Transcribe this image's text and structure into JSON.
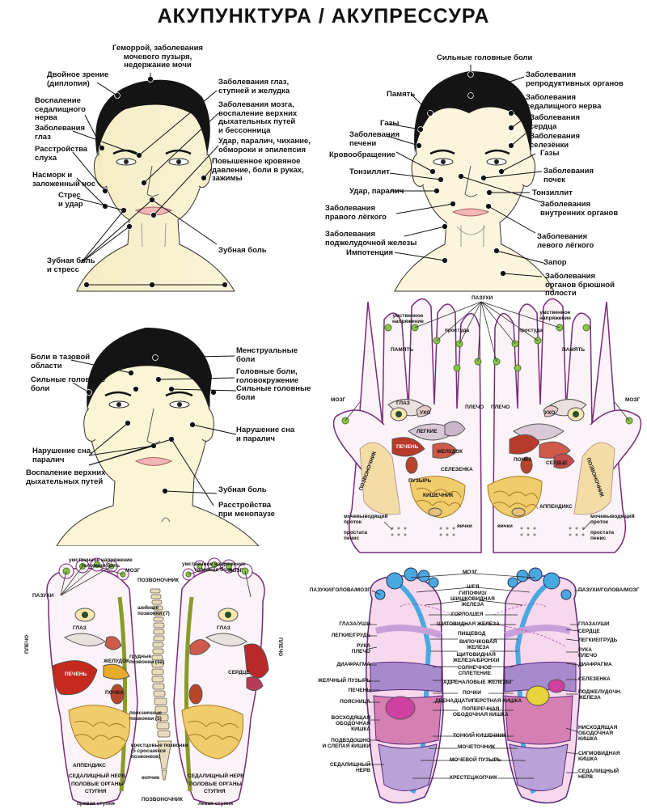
{
  "title": "АКУПУНКТУРА / АКУПРЕССУРА",
  "face1": {
    "hemorrhoid": "Геморрой, заболевания\nмочевого пузыря,\nнедержание мочи",
    "diplopia": "Двойное зрение\n(диплопия)",
    "sciatic": "Воспаление\nседалищного\nнерва",
    "eye_disease": "Заболевания\nглаз",
    "hearing": "Расстройства\nслуха",
    "rhinitis": "Насморк и\nзаложенный нос",
    "stress": "Стрес\nи удар",
    "toothache_stress": "Зубная боль\nи стресс",
    "eyes_feet_stomach": "Заболевания глаз,\nступней и желудка",
    "brain": "Заболевания мозга,\nвоспаление верхних\nдыхательных путей\nи бессонница",
    "stroke": "Удар, паралич, чихание,\nобмороки и эпилепсия",
    "pressure": "Повышенное кровяное\nдавление, боли в руках,\nзажимы",
    "toothache": "Зубная боль"
  },
  "face2": {
    "headache": "Сильные головные боли",
    "memory": "Память",
    "gases": "Газы",
    "liver": "Заболевания\nпечени",
    "circulation": "Кровообращение",
    "tonsillitis": "Тонзиллит",
    "stroke_paralysis": "Удар, паралич",
    "right_lung": "Заболевания\nправого лёгкого",
    "pancreas": "Заболевания\nподжелудочной железы",
    "impotence": "Импотенция",
    "reproductive": "Заболевания\nрепродуктивных органов",
    "sciatic": "Заболевания\nседалищного нерва",
    "heart": "Заболевания\nсердца",
    "spleen": "Заболевания\nселезёнки",
    "gases_r": "Газы",
    "kidneys": "Заболевания\nпочек",
    "tonsillitis_r": "Тонзиллит",
    "internal": "Заболевания\nвнутренних органов",
    "left_lung": "Заболевания\nлевого лёгкого",
    "constipation": "Запор",
    "abdominal": "Заболевания\nорганов брюшной\nполости"
  },
  "face3": {
    "pelvic": "Боли в тазовой\nобласти",
    "headache_l": "Сильные головные\nболи",
    "sleep_l": "Нарушение сна,\nпаралич",
    "upper_resp": "Воспаление верхних\nдыхательных путей",
    "menstrual": "Менструальные\nболи",
    "dizziness": "Головные боли,\nголовокружение",
    "headache_r": "Сильные головные\nболи",
    "sleep_r": "Нарушение сна\nи паралич",
    "toothache": "Зубная боль",
    "menopause": "Расстройства\nпри менопаузе"
  },
  "hands": {
    "sinuses": "ПАЗУХИ",
    "mental_strain_l": "умственное\nнапряжение",
    "mental_strain_r": "умственное\nнапряжение",
    "memory_l": "ПАМЯТЬ",
    "memory_r": "ПАМЯТЬ",
    "cold_l": "простуда",
    "cold_r": "простуда",
    "brain_l": "МОЗГ",
    "brain_r": "МОЗГ",
    "eye": "ГЛАЗ",
    "ear_l": "УХО",
    "ear_r": "УХО",
    "lungs": "ЛЕГКИЕ",
    "shoulder_l": "ПЛЕЧО",
    "shoulder_r": "ПЛЕЧО",
    "liver": "ПЕЧЕНЬ",
    "heart": "СЕРДЦЕ",
    "stomach": "ЖЕЛУДОК",
    "kidney": "ПОЧКА",
    "spleen": "СЕЛЕЗЕНКА",
    "intestine": "КИШЕЧНИК",
    "bladder": "ПУЗЫРЬ",
    "appendix": "АППЕНДИКС",
    "spine_l": "ПОЗВОНОЧНИК",
    "spine_r": "ПОЗВОНОЧНИК",
    "urinary_l": "мочевыводящий\nпроток",
    "urinary_r": "мочевыводящий\nпроток",
    "prostate_l": "простата\nпенис",
    "prostate_r": "простата\nпенис",
    "testicles_l": "яички",
    "testicles_r": "яички"
  },
  "feet1": {
    "mental": "умственное напряжение\nголовная боль",
    "brain_l": "МОЗГ",
    "brain_r": "МОЗГ",
    "mental_r": "умственное напряжение\nголовная боль",
    "sinuses": "ПАЗУХИ",
    "spine_top": "ПОЗВОНОЧНИК",
    "neck": "шейные\nпозвонки (7)",
    "thoracic": "грудные\nпозвонки (12)",
    "lumbar": "поясничные\nпозвонки (5)",
    "sacral": "крестцовые позвонки\n(5 сросшихся\nпозвонков)",
    "coccyx": "копчик",
    "spine_bottom": "ПОЗВОНОЧНИК",
    "shoulder_l": "ПЛЕЧО",
    "shoulder_r": "ПЛЕЧО",
    "eye_l": "ГЛАЗ",
    "eye_r": "ГЛАЗ",
    "liver": "ПЕЧЕНЬ",
    "stomach": "ЖЕЛУДОК",
    "heart": "СЕРДЦЕ",
    "kidney": "ПОЧКА",
    "appendix": "АППЕНДИКС",
    "sciatic_l": "СЕДАЛИЩНЫЙ НЕРВ",
    "sciatic_r": "СЕДАЛИЩНЫЙ НЕРВ",
    "genitals_l": "ПОЛОВЫЕ ОРГАНЫ",
    "genitals_r": "ПОЛОВЫЕ ОРГАНЫ",
    "foot_l": "СТУПНЯ",
    "foot_r": "СТУПНЯ",
    "right_foot": "правая ступня",
    "left_foot": "левая ступня"
  },
  "feet2": {
    "brain": "МОЗГ",
    "neck": "ШЕЯ",
    "pituitary": "ГИПОФИЗ/\nШИШКОВИДНАЯ\nЖЕЛЕЗА",
    "throat": "ГОРЛО/ШЕЯ",
    "thyroid": "ЩИТОВИДНАЯ ЖЕЛЕЗА",
    "esophagus": "ПИЩЕВОД",
    "thymus": "ВИЛОЧКОВАЯ\nЖЕЛЕЗА",
    "parathyroid": "ЩИТОВИДНАЯ\nЖЕЛЕЗА/БРОНХИ",
    "solar": "СОЛНЕЧНОЕ\nСПЛЕТЕНИЕ",
    "adrenal": "АДРЕНАЛОВЫЕ ЖЕЛЕЗЫ",
    "kidney": "ПОЧКИ",
    "duodenum": "ДВЕНАДЦАТИПЕРСТНАЯ КИШКА",
    "transverse": "ПОПЕРЕЧНАЯ\nОБОДОЧНАЯ КИШКА",
    "small_int": "ТОНКИЙ КИШЕЧНИК",
    "ureter": "МОЧЕТОЧНИК",
    "bladder": "МОЧЕВОЙ ПУЗЫРЬ",
    "sacrum": "КРЕСТЕЦ/КОПЧИК",
    "sinus_l": "ПАЗУХИ/ГОЛОВА/МОЗГ",
    "eye_ear_l": "ГЛАЗА/УШИ",
    "lungs_l": "ЛЕГКИЕ/ГРУДЬ",
    "arm_l": "РУКА\nПЛЕЧО",
    "diaphragm_l": "ДИАФРАГМА",
    "gallbladder": "ЖЕЛЧНЫЙ ПУЗЫРЬ",
    "liver": "ПЕЧЕНЬ",
    "lumbar": "ПОЯСНИЦА",
    "ascending": "ВОСХОДЯЩАЯ\nОБОДОЧНАЯ\nКИШКА",
    "ileocecal": "ПОДВЗДОШНО\nИ СЛЕПАЯ КИШКИ",
    "sciatic": "СЕДАЛИЩНЫЙ\nНЕРВ",
    "sinus_r": "ПАЗУХИ/ГОЛОВА/МОЗГ",
    "eye_ear_r": "ГЛАЗА/УШИ",
    "heart": "СЕРДЦЕ",
    "lungs_r": "ЛЕГКИЕ/ГРУДЬ",
    "arm_r": "РУКА\nПЛЕЧО",
    "diaphragm_r": "ДИАФРАГМА",
    "spleen": "СЕЛЕЗЕНКА",
    "pancreas": "ПОДЖЕЛУДОЧН.\nЖЕЛЕЗА",
    "descending": "НИСХОДЯЩАЯ\nОБОДОЧНАЯ\nКИШКА",
    "sigmoid": "СИГМОВИДНАЯ\nКИШКА",
    "sciatic_r": "СЕДАЛИЩНЫЙ\nНЕРВ"
  }
}
